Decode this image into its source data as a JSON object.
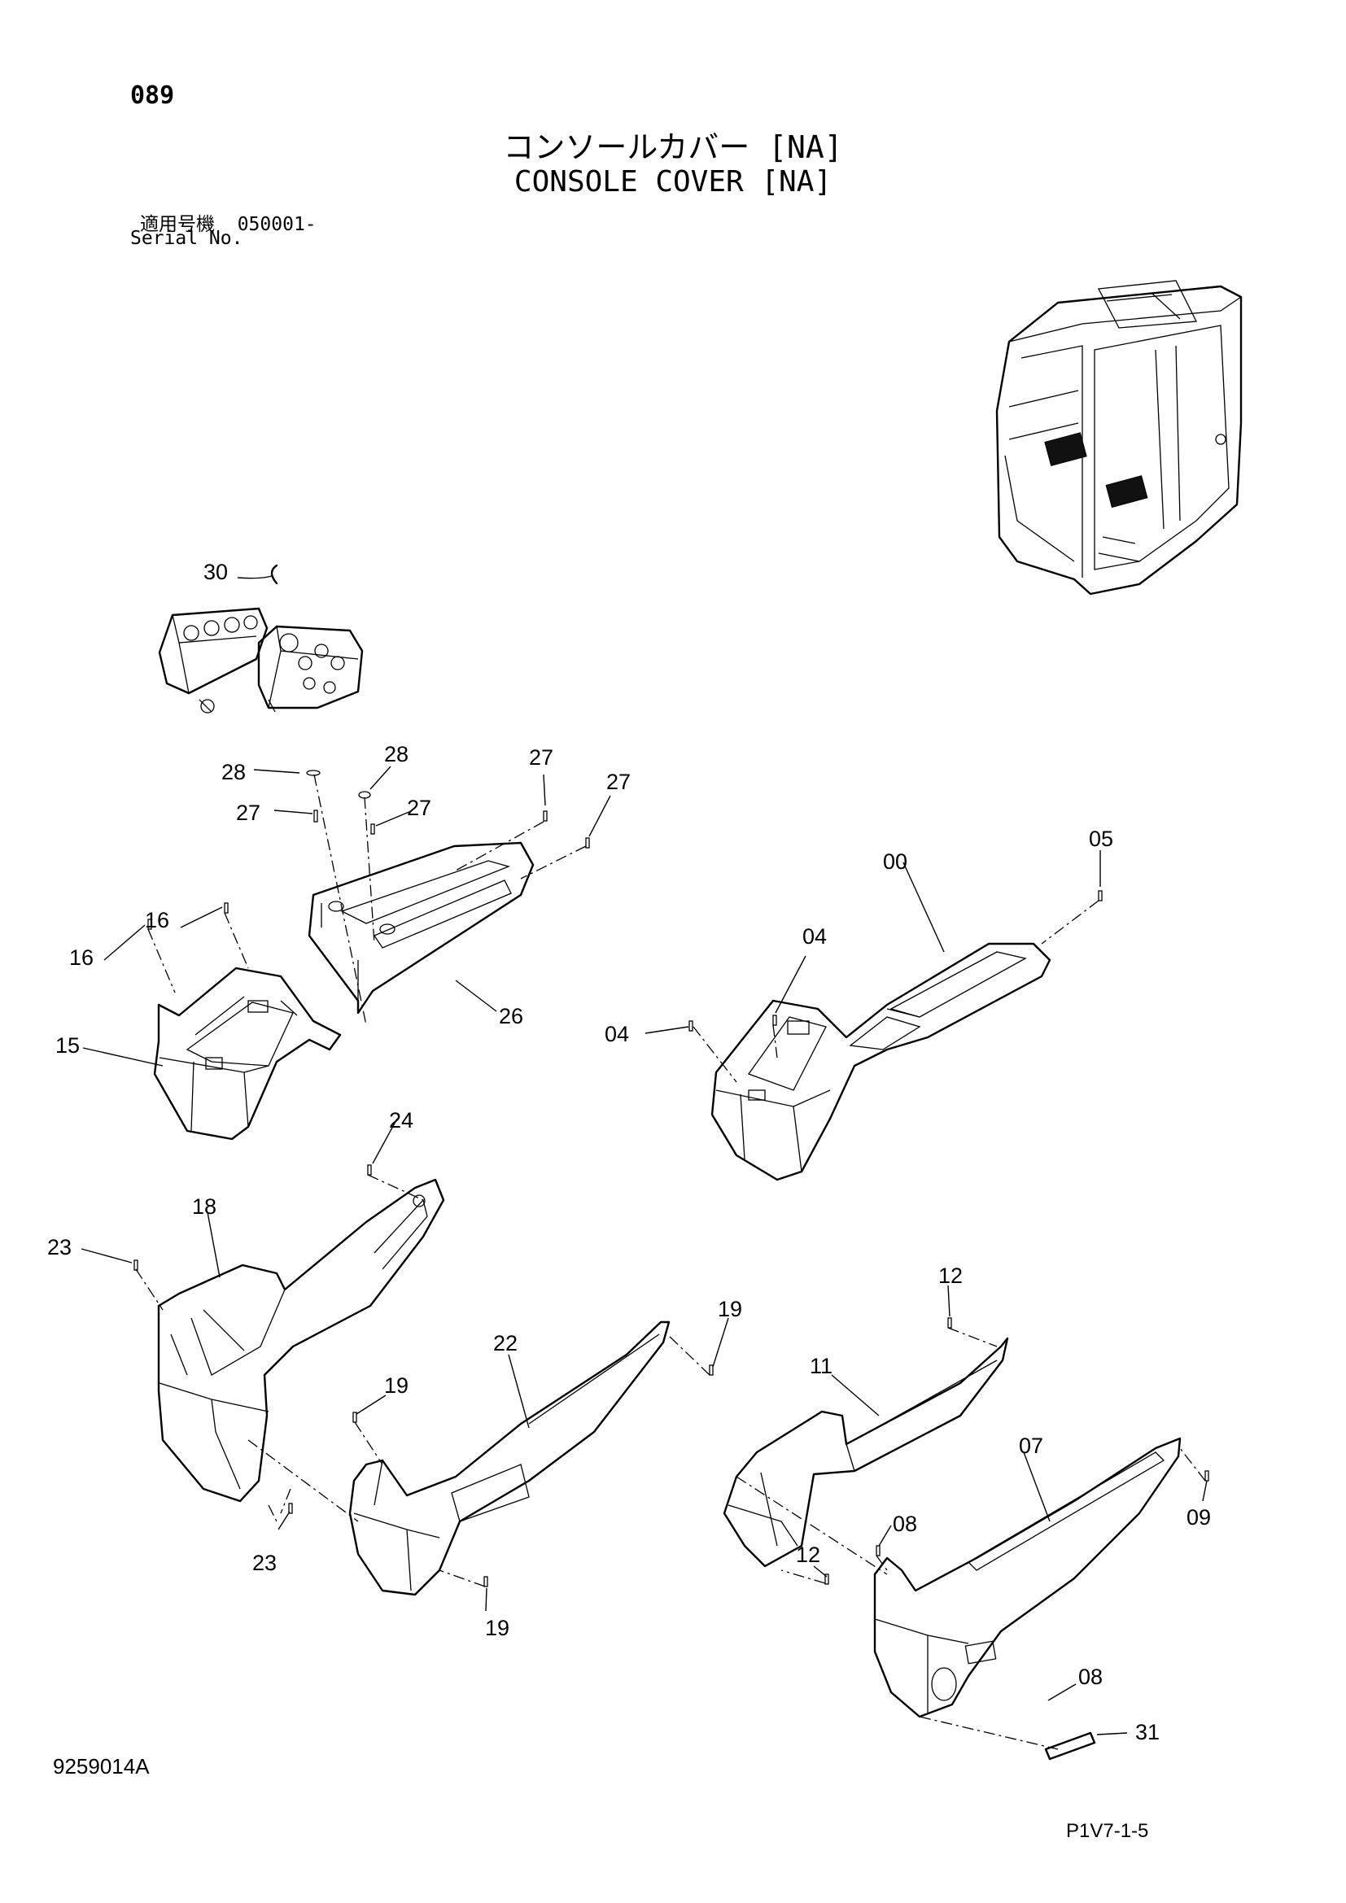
{
  "header": {
    "page_number": "089",
    "title_jp": "コンソールカバー [NA]",
    "title_en": "CONSOLE COVER [NA]",
    "serial_label_jp": "適用号機",
    "serial_range": "050001-",
    "serial_label_en": "Serial No."
  },
  "footer": {
    "drawing_number": "9259014A",
    "figure_ref": "P1V7-1-5"
  },
  "callouts": {
    "c00": "00",
    "c04a": "04",
    "c04b": "04",
    "c05": "05",
    "c07": "07",
    "c08a": "08",
    "c08b": "08",
    "c09": "09",
    "c11": "11",
    "c12a": "12",
    "c12b": "12",
    "c15": "15",
    "c16a": "16",
    "c16b": "16",
    "c18": "18",
    "c19a": "19",
    "c19b": "19",
    "c19c": "19",
    "c22": "22",
    "c23a": "23",
    "c23b": "23",
    "c24": "24",
    "c26": "26",
    "c27a": "27",
    "c27b": "27",
    "c27c": "27",
    "c27d": "27",
    "c28a": "28",
    "c28b": "28",
    "c30": "30",
    "c31": "31"
  }
}
